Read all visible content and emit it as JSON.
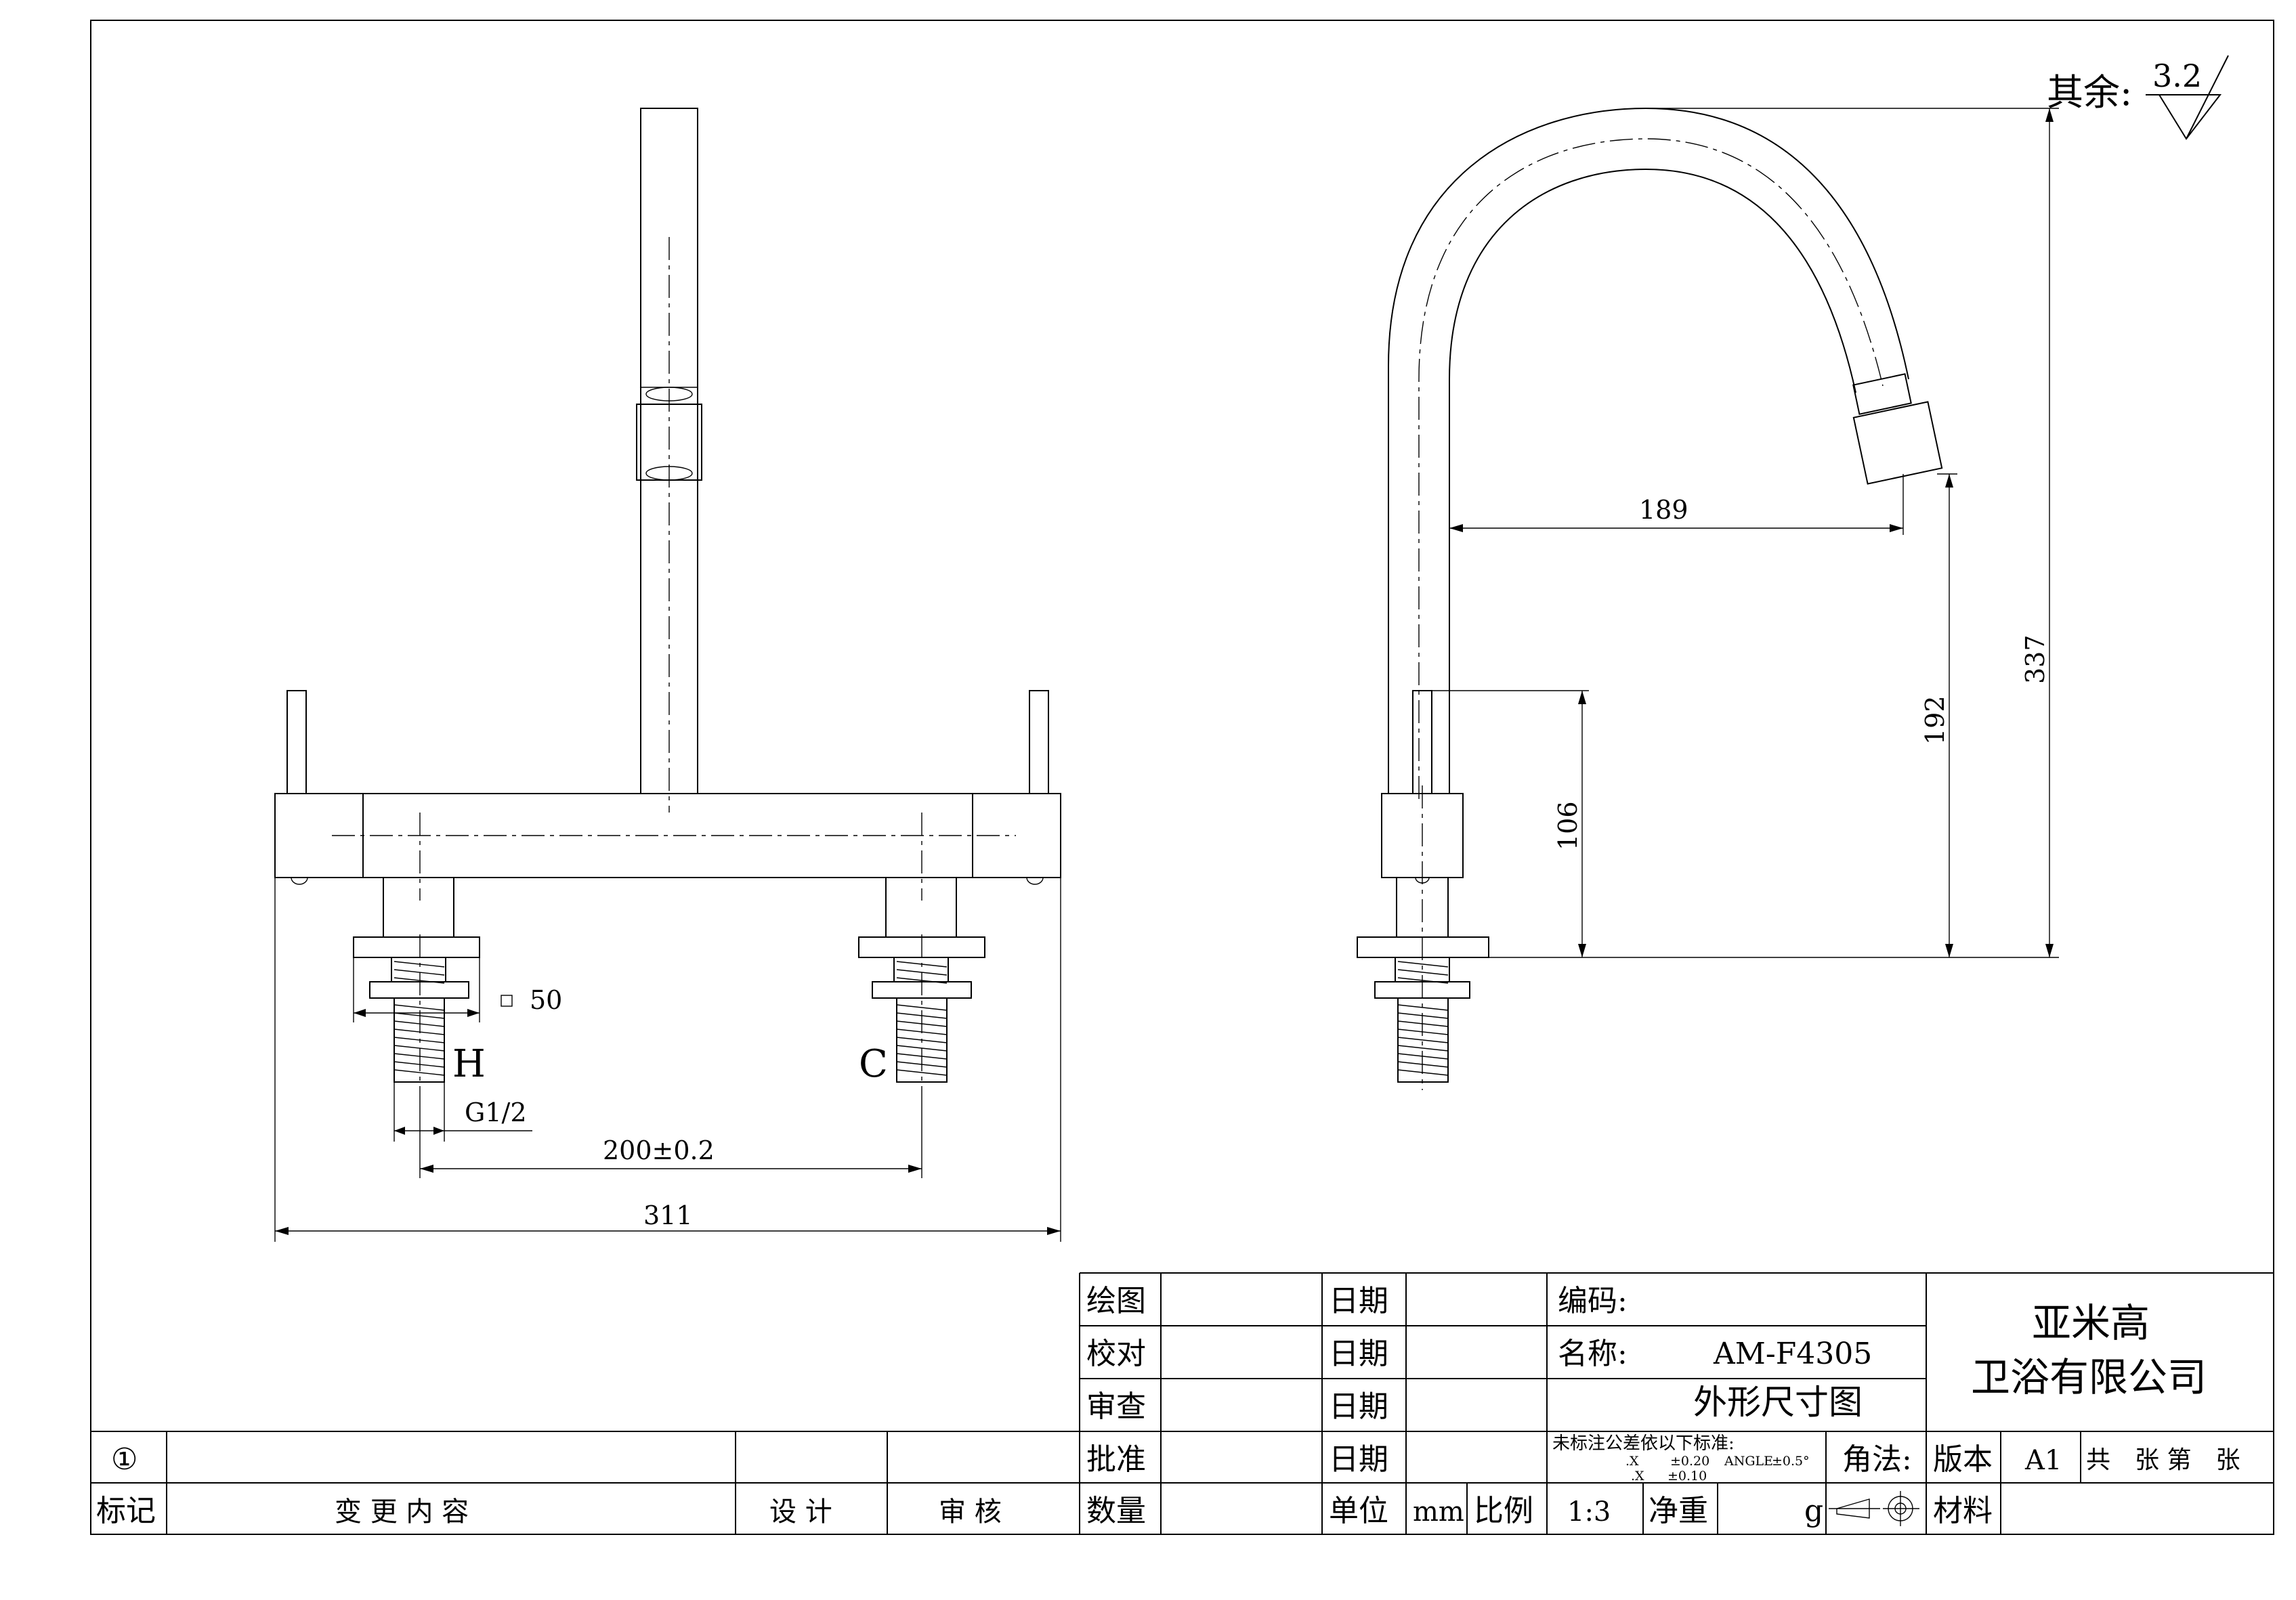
{
  "surface_note": {
    "label": "其余:",
    "value": "3.2"
  },
  "front_view": {
    "dim_top": "50",
    "label_hot": "H",
    "label_cold": "C",
    "thread": "G1/2",
    "dim_spacing": "200±0.2",
    "dim_width": "311"
  },
  "side_view": {
    "dim_reach": "189",
    "dim_body": "106",
    "dim_spout": "192",
    "dim_height": "337"
  },
  "title_block": {
    "drawn": "绘图",
    "checked": "校对",
    "reviewed": "审查",
    "approved": "批准",
    "quantity": "数量",
    "date1": "日期",
    "date2": "日期",
    "date3": "日期",
    "date4": "日期",
    "unit_label": "单位",
    "unit_value": "mm",
    "scale_label": "比例",
    "scale_value": "1:3",
    "net_weight": "净重",
    "weight_unit": "g",
    "code_label": "编码:",
    "name_label": "名称:",
    "model": "AM-F4305",
    "drawing_title": "外形尺寸图",
    "tolerance_title": "未标注公差依以下标准:",
    "tolerance_x": ".X",
    "tolerance_x_val": "±0.20",
    "tolerance_angle": "ANGLE",
    "tolerance_angle_val": "±0.5°",
    "tolerance_xx": ".X",
    "tolerance_xx_val": "±0.10",
    "projection_label": "角法:",
    "version_label": "版本",
    "version_value": "A1",
    "sheets": "共　张 第　张",
    "material_label": "材料",
    "company_line1": "亚米高",
    "company_line2": "卫浴有限公司",
    "rev_mark": "①",
    "rev_col_mark": "标记",
    "rev_col_content": "变 更 内 容",
    "rev_col_design": "设 计",
    "rev_col_review": "审 核"
  }
}
